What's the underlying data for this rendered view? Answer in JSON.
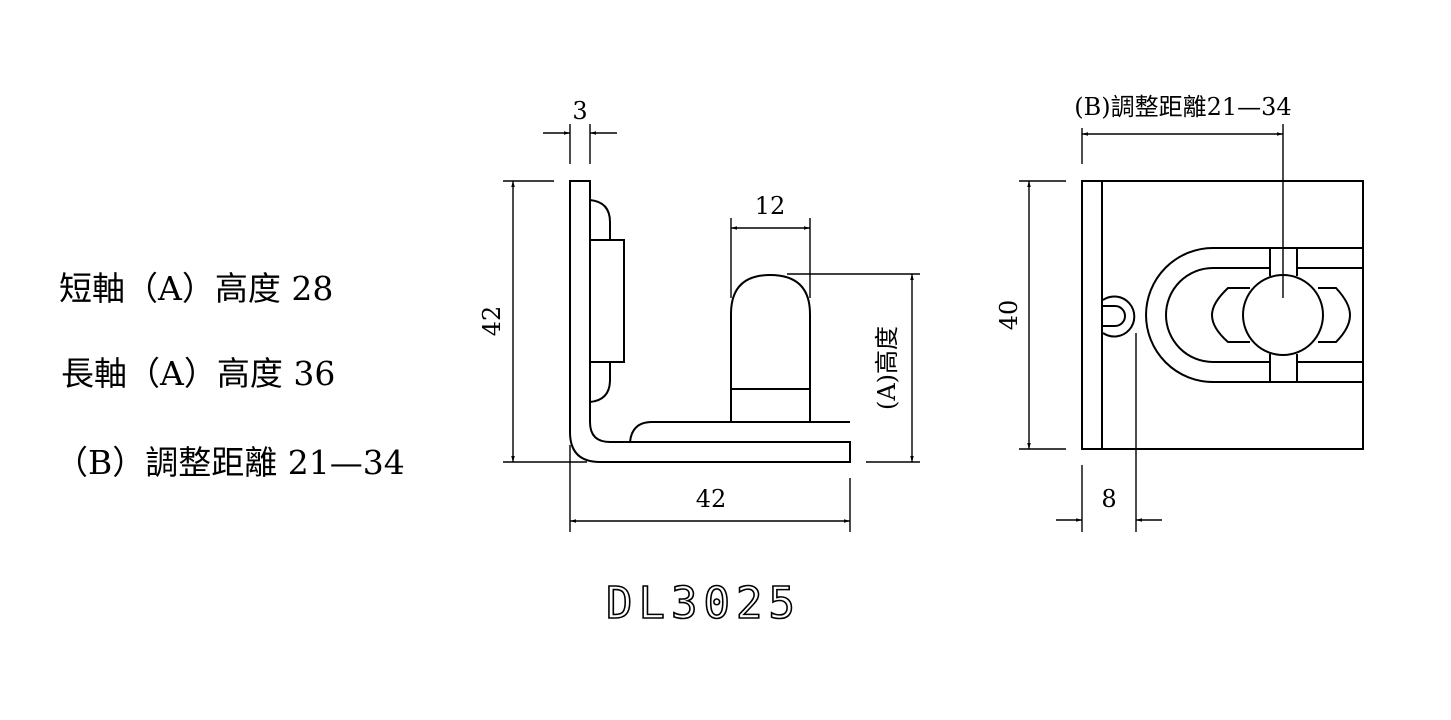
{
  "specs": [
    {
      "label": "短軸（A）高度",
      "value": "28"
    },
    {
      "label": "長軸（A）高度",
      "value": "36"
    },
    {
      "label": "（B）調整距離",
      "value": "21—34"
    }
  ],
  "side_view": {
    "thickness_dim": "3",
    "height_dim": "42",
    "width_dim": "42",
    "pin_width_dim": "12",
    "pin_height_label": "(A)高度"
  },
  "top_view": {
    "adjust_label": "(B)調整距離21—34",
    "height_dim": "40",
    "offset_dim": "8"
  },
  "model_number": "DL3025"
}
